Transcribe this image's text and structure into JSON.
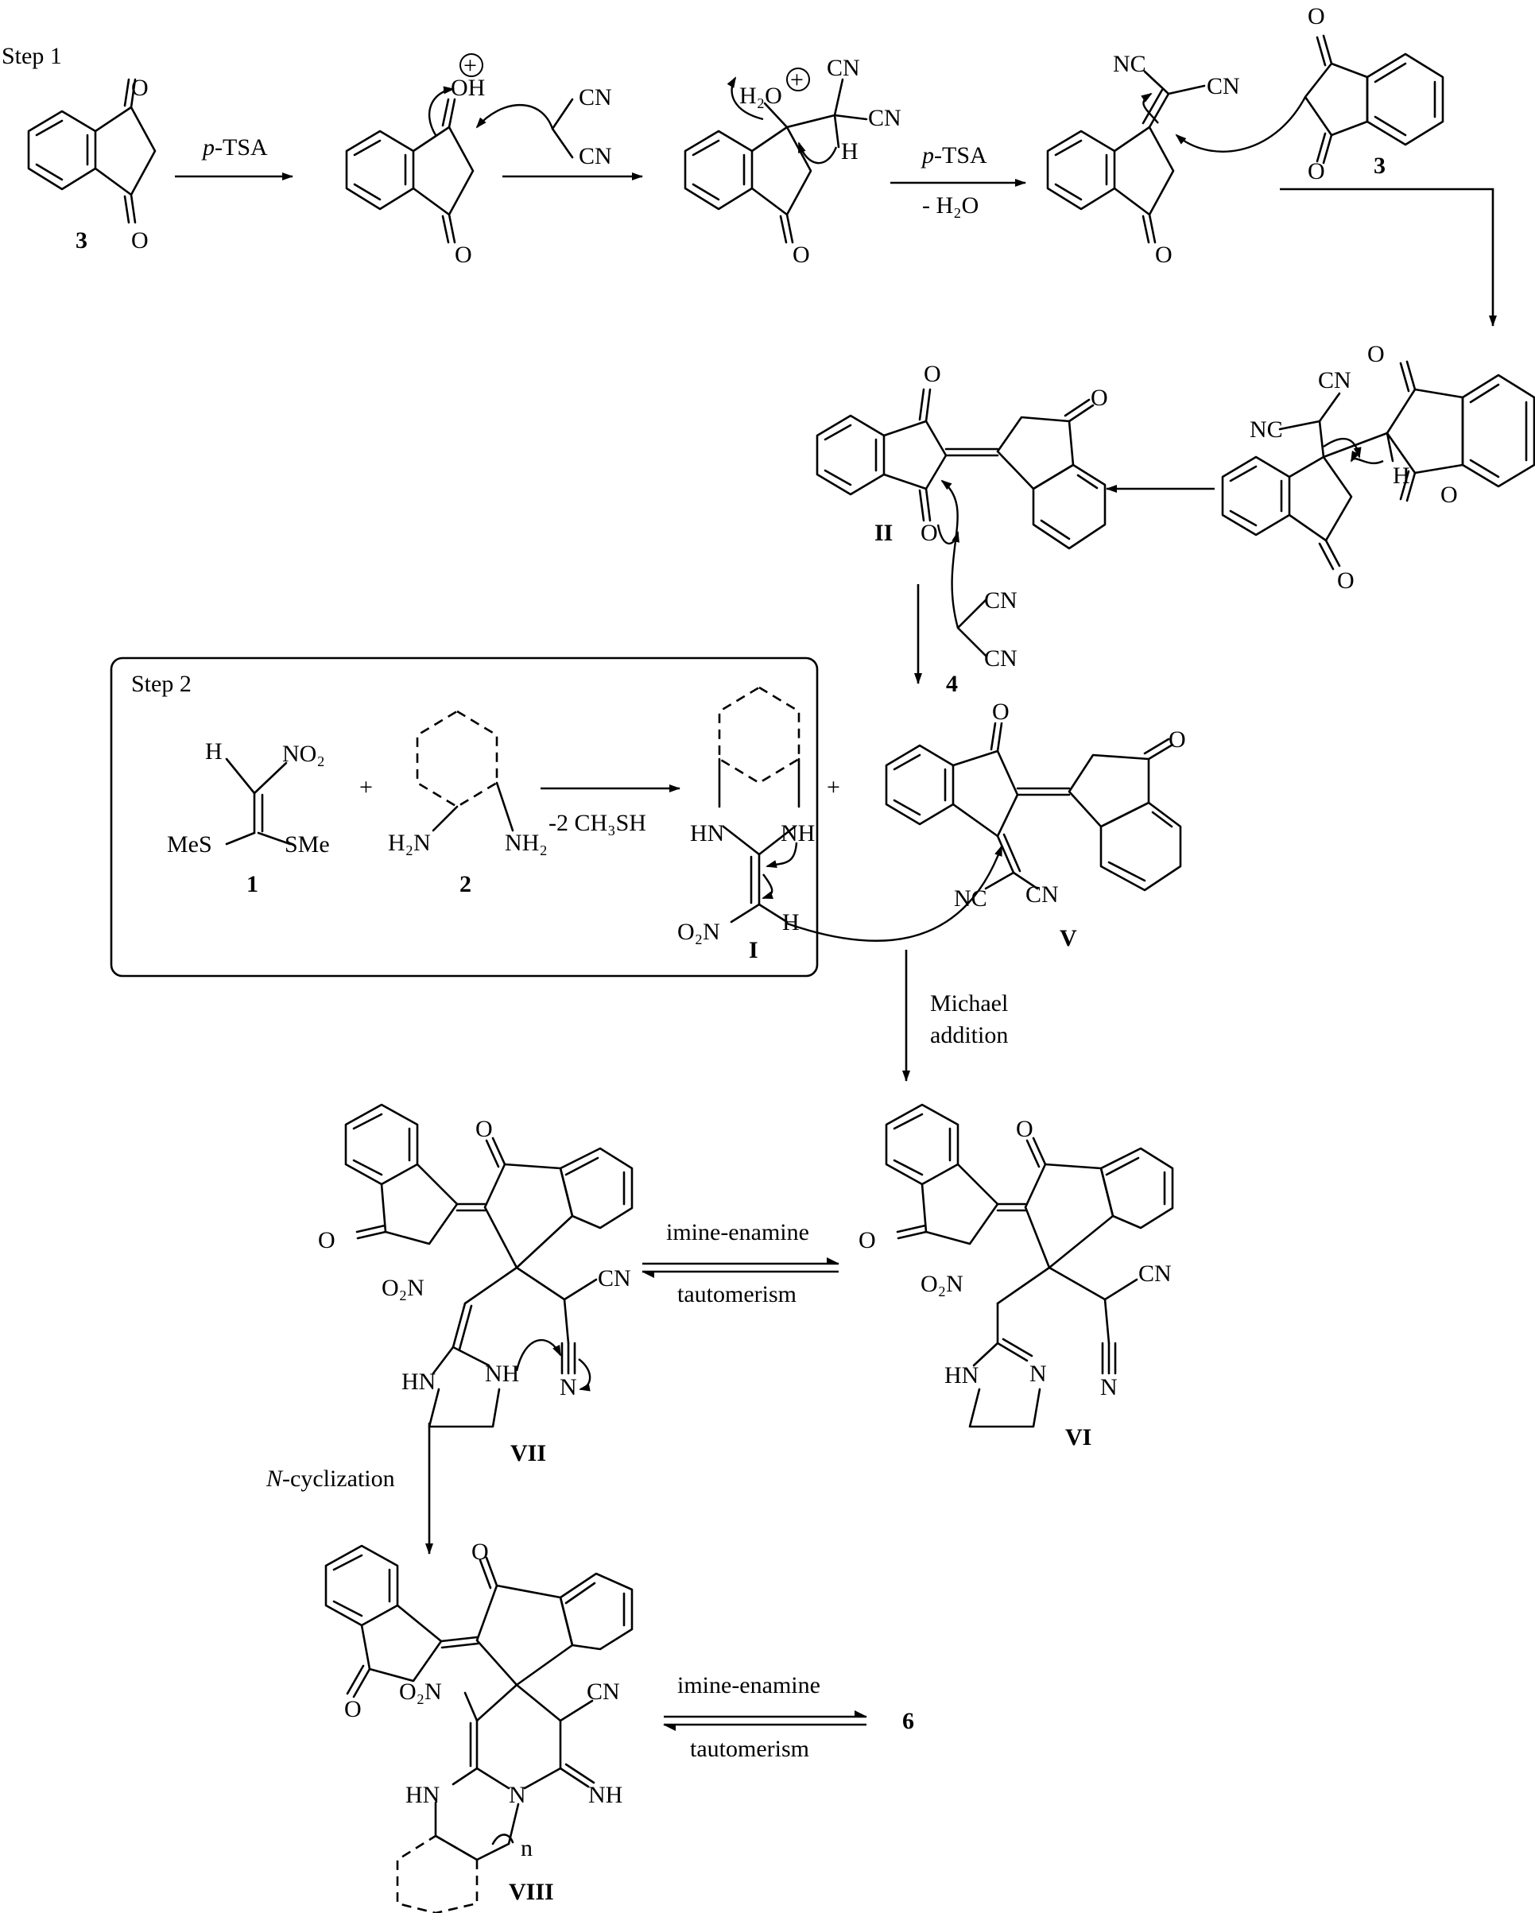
{
  "labels": {
    "step1": "Step 1",
    "step2": "Step 2",
    "cmpd_3": "3",
    "cmpd_1": "1",
    "cmpd_2": "2",
    "cmpd_4": "4",
    "cmpd_6": "6",
    "int_I": "I",
    "int_II": "II",
    "int_V": "V",
    "int_VI": "VI",
    "int_VII": "VII",
    "int_VIII": "VIII"
  },
  "conditions": {
    "ptsa_prefix": "p",
    "ptsa_rest": "-TSA",
    "minus_water": "- H₂O",
    "minus_ch3sh": "-2 CH₃SH",
    "michael_1": "Michael",
    "michael_2": "addition",
    "taut_1": "imine-enamine",
    "taut_2": "tautomerism",
    "ncyc_prefix": "N",
    "ncyc_rest": "-cyclization"
  },
  "atoms": {
    "O": "O",
    "OH": "OH",
    "CN": "CN",
    "NC": "NC",
    "H": "H",
    "H2O": "H₂O",
    "NO2": "NO₂",
    "O2N": "O₂N",
    "MeS": "MeS",
    "SMe": "SMe",
    "H2N": "H₂N",
    "NH2": "NH₂",
    "HN": "HN",
    "NH": "NH",
    "N": "N",
    "NH_imine": "NH",
    "n": "n",
    "plus": "+",
    "plus_circle": "+"
  }
}
